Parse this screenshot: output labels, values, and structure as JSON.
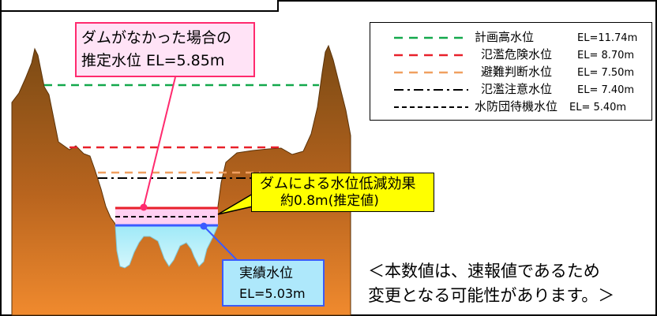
{
  "callouts": {
    "no_dam_line1": "ダムがなかった場合の",
    "no_dam_line2": "推定水位 EL=5.85m",
    "reduction_line1": "ダムによる水位低減効果",
    "reduction_line2": "約0.8m(推定値)",
    "actual_line1": "実績水位",
    "actual_line2": "EL=5.03m"
  },
  "legend": [
    {
      "label": "計画高水位",
      "el": "EL=11.74m",
      "color": "#13a84c",
      "style": "dashed"
    },
    {
      "label": "氾濫危険水位",
      "el": "EL= 8.70m",
      "color": "#e8202a",
      "style": "dashed"
    },
    {
      "label": "避難判断水位",
      "el": "EL= 7.50m",
      "color": "#f0a060",
      "style": "dashed"
    },
    {
      "label": "氾濫注意水位",
      "el": "EL= 7.40m",
      "color": "#000000",
      "style": "dash-dot"
    },
    {
      "label": "水防団待機水位",
      "el": "EL= 5.40m",
      "color": "#000000",
      "style": "fine-dashed"
    }
  ],
  "note": {
    "line1": "＜本数値は、速報値であるため",
    "line2": "変更となる可能性があります。＞"
  },
  "colors": {
    "terrain_top": "#7a4a14",
    "terrain_bottom": "#f08a2e",
    "actual_water": "#a8ecf8",
    "estimated_water": "#ffd0f2"
  }
}
